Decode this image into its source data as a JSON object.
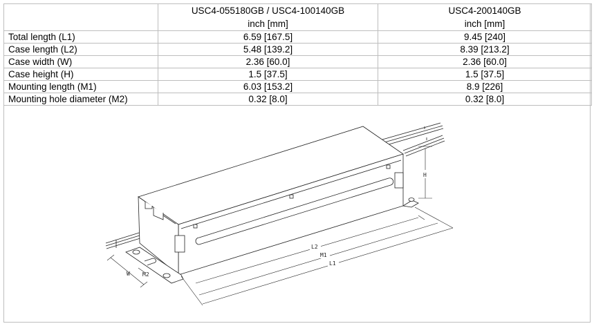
{
  "table": {
    "headers": [
      "",
      "USC4-055180GB / USC4-100140GB",
      "USC4-200140GB"
    ],
    "units": [
      "",
      "inch [mm]",
      "inch [mm]"
    ],
    "rows": [
      [
        "Total length (L1)",
        "6.59 [167.5]",
        "9.45 [240]"
      ],
      [
        "Case length (L2)",
        "5.48 [139.2]",
        "8.39 [213.2]"
      ],
      [
        "Case width (W)",
        "2.36 [60.0]",
        "2.36 [60.0]"
      ],
      [
        "Case height (H)",
        "1.5 [37.5]",
        "1.5 [37.5]"
      ],
      [
        "Mounting length (M1)",
        "6.03 [153.2]",
        "8.9 [226]"
      ],
      [
        "Mounting hole diameter (M2)",
        "0.32 [8.0]",
        "0.32 [8.0]"
      ]
    ]
  },
  "drawing": {
    "labels": {
      "L1": "L1",
      "L2": "L2",
      "M1": "M1",
      "M2": "M2",
      "W": "W",
      "H": "H"
    }
  }
}
